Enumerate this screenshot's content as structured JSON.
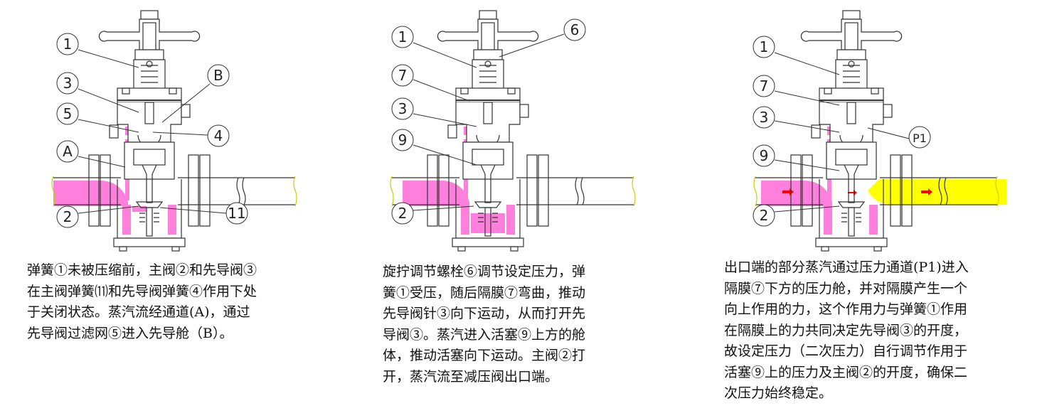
{
  "colors": {
    "upstream_steam": "#ff7fdc",
    "downstream_steam": "#ffff00",
    "flow_arrow": "#ff0000",
    "outline": "#333333"
  },
  "panels": [
    {
      "labels": [
        "1",
        "3",
        "5",
        "A",
        "2",
        "B",
        "4",
        "11"
      ],
      "description": [
        "弹簧①未被压缩前，主阀②和先导阀③",
        "在主阀弹簧⑾和先导阀弹簧④作用下处",
        "于关闭状态。蒸汽流经通道(A)，通过",
        "先导阀过滤网⑤进入先导舱（B）。"
      ]
    },
    {
      "labels": [
        "1",
        "6",
        "7",
        "3",
        "9",
        "2"
      ],
      "description": [
        "旋拧调节螺栓⑥调节设定压力，弹",
        "簧①受压，随后隔膜⑦弯曲，推动",
        "先导阀针③向下运动，从而打开先",
        "导阀③。蒸汽进入活塞⑨上方的舱",
        "体，推动活塞向下运动。主阀②打",
        "开，蒸汽流至减压阀出口端。"
      ]
    },
    {
      "labels": [
        "1",
        "7",
        "3",
        "9",
        "2",
        "P1"
      ],
      "description": [
        "出口端的部分蒸汽通过压力通道(P1)进入",
        "隔膜⑦下方的压力舱，并对隔膜产生一个",
        "向上作用的力，这个作用力与弹簧①作用",
        "在隔膜上的力共同决定先导阀③的开度，",
        "故设定压力（二次压力）自行调节作用于",
        "活塞⑨上的压力及主阀②的开度，确保二",
        "次压力始终稳定。"
      ]
    }
  ]
}
